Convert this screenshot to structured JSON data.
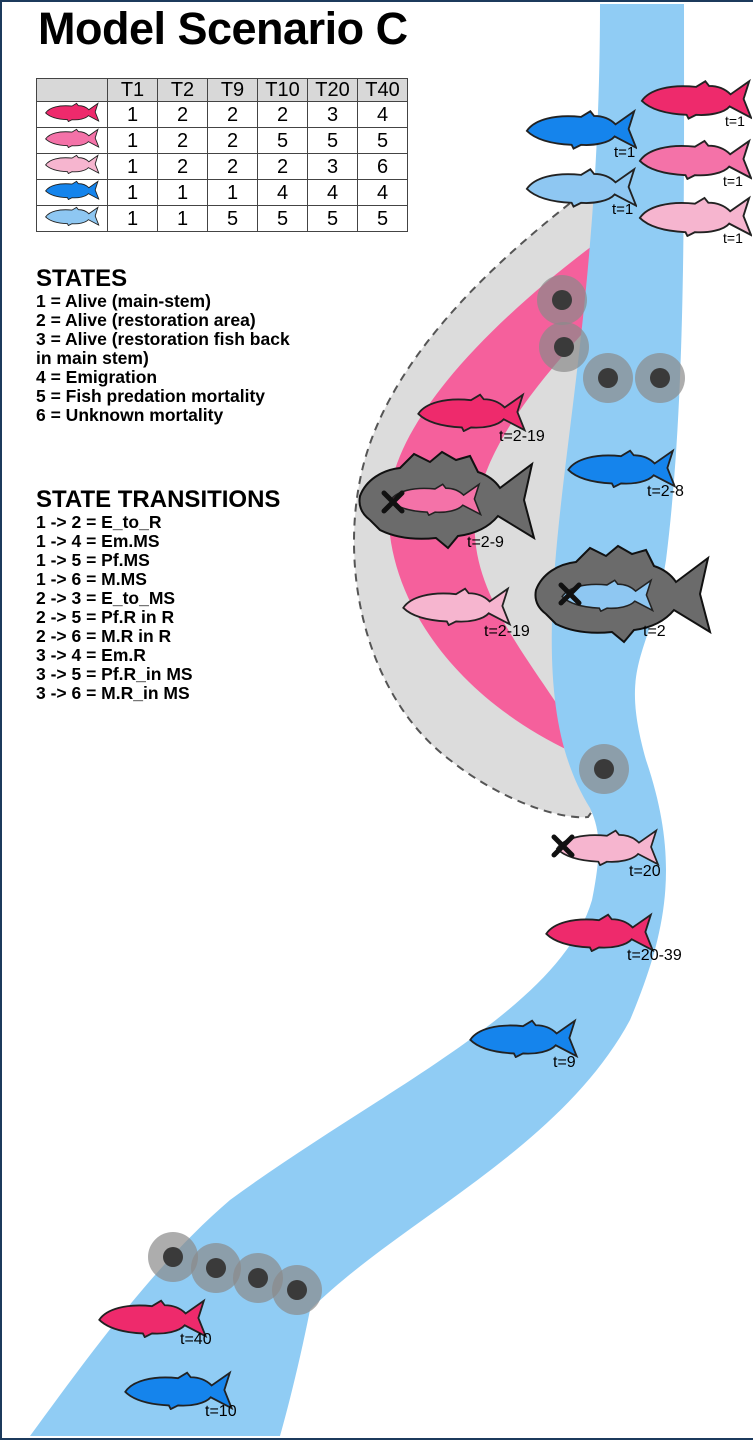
{
  "title": "Model Scenario C",
  "table": {
    "headers": [
      "",
      "T1",
      "T2",
      "T9",
      "T10",
      "T20",
      "T40"
    ],
    "rows": [
      {
        "color": "#ee2a6c",
        "values": [
          "1",
          "2",
          "2",
          "2",
          "3",
          "4"
        ]
      },
      {
        "color": "#f472a8",
        "values": [
          "1",
          "2",
          "2",
          "5",
          "5",
          "5"
        ]
      },
      {
        "color": "#f6b5cf",
        "values": [
          "1",
          "2",
          "2",
          "2",
          "3",
          "6"
        ]
      },
      {
        "color": "#1584ec",
        "values": [
          "1",
          "1",
          "1",
          "4",
          "4",
          "4"
        ]
      },
      {
        "color": "#8ec7f2",
        "values": [
          "1",
          "1",
          "5",
          "5",
          "5",
          "5"
        ]
      }
    ]
  },
  "states": {
    "heading": "STATES",
    "items": [
      "1 = Alive (main-stem)",
      "2 = Alive (restoration area)",
      "3 = Alive (restoration fish back",
      "in main stem)",
      "4 = Emigration",
      "5 = Fish predation mortality",
      "6 = Unknown mortality"
    ]
  },
  "transitions": {
    "heading": "STATE TRANSITIONS",
    "items": [
      "1 -> 2 = E_to_R",
      "1 -> 4 = Em.MS",
      "1 -> 5 = Pf.MS",
      "1 -> 6 = M.MS",
      "2 -> 3 = E_to_MS",
      "2 -> 5 = Pf.R in R",
      "2 -> 6 = M.R in R",
      "3 -> 4 = Em.R",
      "3 -> 5 = Pf.R_in MS",
      "3 -> 6 = M.R_in MS"
    ]
  },
  "colors": {
    "river": "#90ccf4",
    "restoration_area": "#dcdcdc",
    "restoration_channel": "#f5609c",
    "receiver": "#6e6e6e",
    "predator": "#6b6b6b"
  },
  "fish_labels": {
    "f_top_hot": "t=1",
    "f_top_blue": "t=1",
    "f_top_pink": "t=1",
    "f_top_lblue": "t=1",
    "f_top_light": "t=1",
    "f_hot_219": "t=2-19",
    "f_blue_28": "t=2-8",
    "f_pink_29": "t=2-9",
    "f_light_219": "t=2-19",
    "f_lblue_2": "t=2",
    "f_light_20": "t=20",
    "f_hot_2039": "t=20-39",
    "f_blue_9": "t=9",
    "f_hot_40": "t=40",
    "f_blue_10": "t=10"
  }
}
